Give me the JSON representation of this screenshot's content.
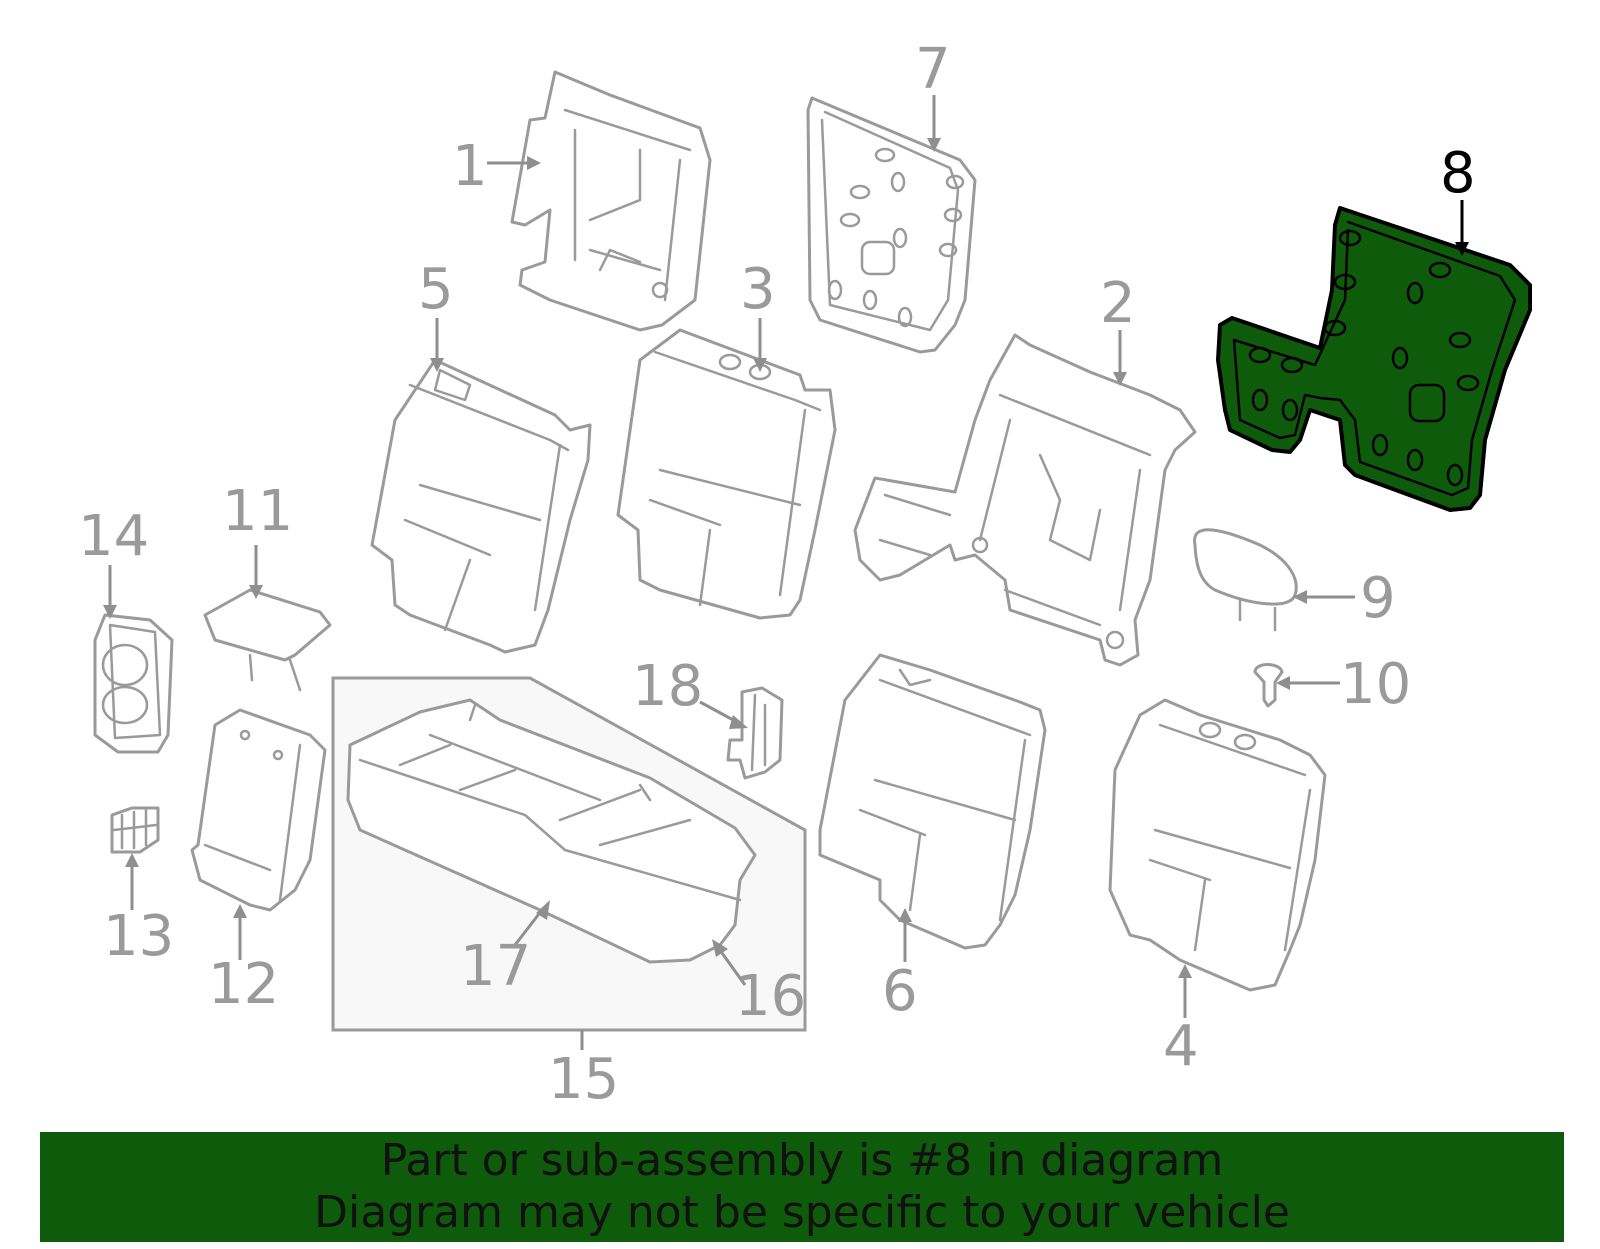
{
  "colors": {
    "highlight_fill": "#0e5c0b",
    "banner_background": "#0e5c0b",
    "part_stroke": "#9a9a9a",
    "callout_text": "#9a9a9a",
    "highlight_text": "#000000"
  },
  "callouts": {
    "c1": "1",
    "c2": "2",
    "c3": "3",
    "c4": "4",
    "c5": "5",
    "c6": "6",
    "c7": "7",
    "c8": "8",
    "c9": "9",
    "c10": "10",
    "c11": "11",
    "c12": "12",
    "c13": "13",
    "c14": "14",
    "c15": "15",
    "c16": "16",
    "c17": "17",
    "c18": "18"
  },
  "highlighted_part": "8",
  "banner": {
    "line1": "Part or sub-assembly is #8 in diagram",
    "line2": "Diagram may not be specific to your vehicle"
  }
}
